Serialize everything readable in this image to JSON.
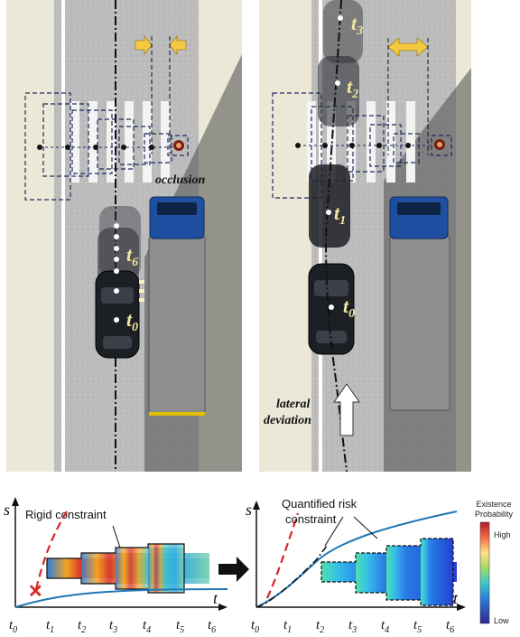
{
  "scene_left": {
    "occlusion_label": "occlusion",
    "time_marks": [
      {
        "base": "t",
        "sub": "6"
      },
      {
        "base": "t",
        "sub": "0"
      }
    ]
  },
  "scene_right": {
    "lateral_label_1": "lateral",
    "lateral_label_2": "deviation",
    "time_marks": [
      {
        "base": "t",
        "sub": "3"
      },
      {
        "base": "t",
        "sub": "2"
      },
      {
        "base": "t",
        "sub": "1"
      },
      {
        "base": "t",
        "sub": "0"
      }
    ]
  },
  "chart_left": {
    "y_axis": "s",
    "x_axis": "t",
    "annotation": "Rigid constraint",
    "ticks": [
      {
        "base": "t",
        "sub": "0"
      },
      {
        "base": "t",
        "sub": "1"
      },
      {
        "base": "t",
        "sub": "2"
      },
      {
        "base": "t",
        "sub": "3"
      },
      {
        "base": "t",
        "sub": "4"
      },
      {
        "base": "t",
        "sub": "5"
      },
      {
        "base": "t",
        "sub": "6"
      }
    ]
  },
  "chart_right": {
    "y_axis": "s",
    "x_axis": "t",
    "annotation_1": "Quantified risk",
    "annotation_2": "constraint",
    "ticks": [
      {
        "base": "t",
        "sub": "0"
      },
      {
        "base": "t",
        "sub": "1"
      },
      {
        "base": "t",
        "sub": "2"
      },
      {
        "base": "t",
        "sub": "3"
      },
      {
        "base": "t",
        "sub": "4"
      },
      {
        "base": "t",
        "sub": "5"
      },
      {
        "base": "t",
        "sub": "6"
      }
    ]
  },
  "colorbar": {
    "title_1": "Existence",
    "title_2": "Probability",
    "high": "High",
    "low": "Low"
  },
  "colors": {
    "road": "#bdbdbd",
    "sidewalk": "#ece8d8",
    "car": "#1c1f24",
    "truck_cab": "#1f4fa0",
    "trailer": "#8e8e8e",
    "label_yellow": "#f2e6a0",
    "arrow_yellow": "#f5c842",
    "curve_blue": "#1f77b4",
    "rigid_red": "#d62728"
  }
}
